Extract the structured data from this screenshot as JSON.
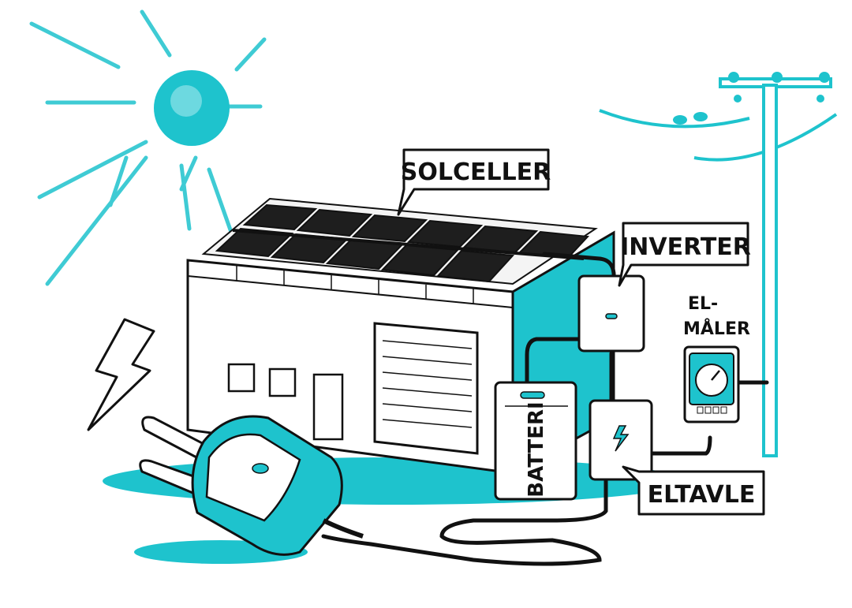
{
  "labels": {
    "solar_panels": "SOLCELLER",
    "inverter": "INVERTER",
    "meter_line1": "EL-",
    "meter_line2": "MÅLER",
    "battery": "BATTERI",
    "panel_board": "ELTAVLE"
  },
  "colors": {
    "accent": "#1ec3cd",
    "accent_light": "#8fe3e8",
    "ink": "#111111",
    "panel": "#1e1e1e",
    "paper": "#ffffff"
  },
  "icons": [
    "sun-icon",
    "lightning-bolt-icon",
    "plug-icon",
    "utility-pole-icon",
    "bird-icon",
    "gauge-icon"
  ]
}
